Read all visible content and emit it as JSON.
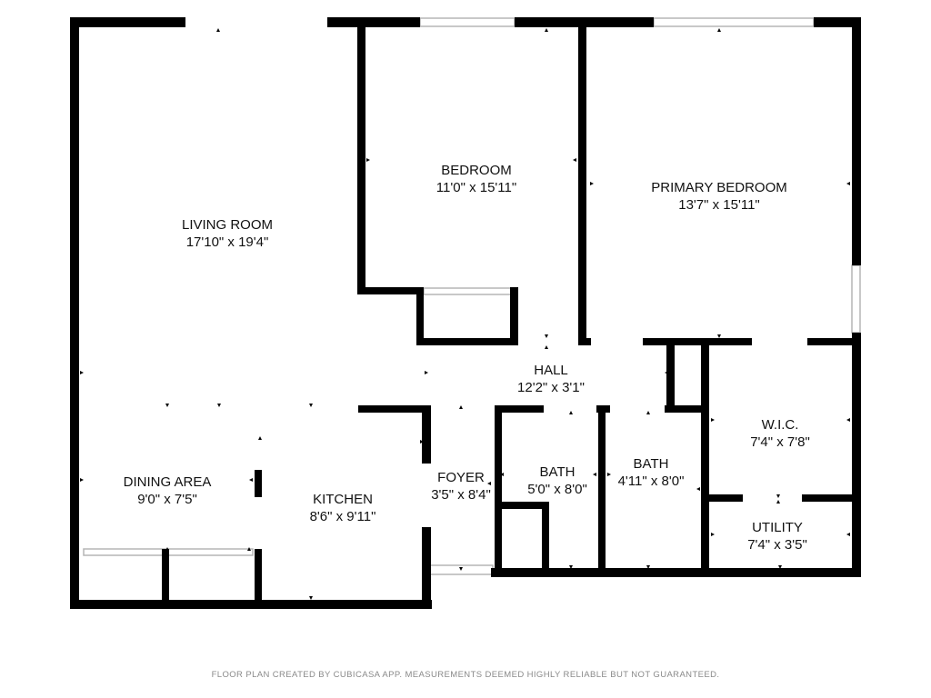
{
  "colors": {
    "wall": "#000000",
    "window": "#c8c8c8",
    "text": "#111111",
    "footer": "#8a8a8a",
    "background": "#ffffff"
  },
  "rooms": {
    "living_room": {
      "name": "LIVING ROOM",
      "dims": "17'10\" x 19'4\""
    },
    "bedroom": {
      "name": "BEDROOM",
      "dims": "11'0\" x 15'11\""
    },
    "primary_bedroom": {
      "name": "PRIMARY BEDROOM",
      "dims": "13'7\" x 15'11\""
    },
    "hall": {
      "name": "HALL",
      "dims": "12'2\" x 3'1\""
    },
    "wic": {
      "name": "W.I.C.",
      "dims": "7'4\" x 7'8\""
    },
    "dining_area": {
      "name": "DINING AREA",
      "dims": "9'0\" x 7'5\""
    },
    "kitchen": {
      "name": "KITCHEN",
      "dims": "8'6\" x 9'11\""
    },
    "foyer": {
      "name": "FOYER",
      "dims": "3'5\" x 8'4\""
    },
    "bath_1": {
      "name": "BATH",
      "dims": "5'0\" x 8'0\""
    },
    "bath_2": {
      "name": "BATH",
      "dims": "4'11\" x 8'0\""
    },
    "utility": {
      "name": "UTILITY",
      "dims": "7'4\" x 3'5\""
    }
  },
  "footer": {
    "disclaimer": "FLOOR PLAN CREATED BY CUBICASA APP. MEASUREMENTS DEEMED HIGHLY RELIABLE BUT NOT GUARANTEED."
  }
}
